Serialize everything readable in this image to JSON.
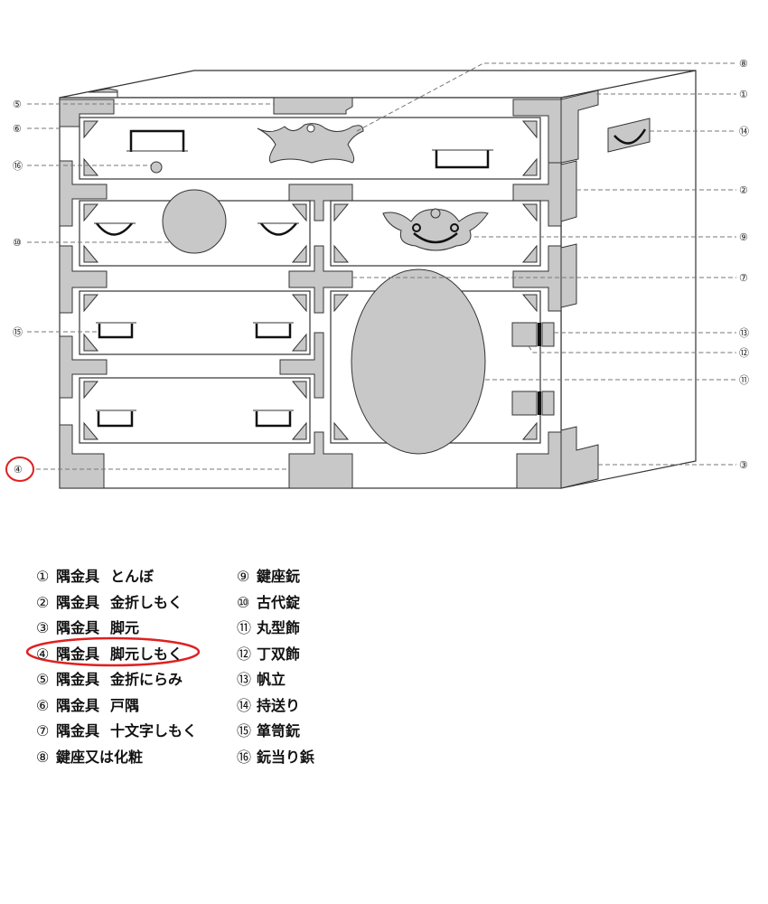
{
  "callouts": {
    "left": [
      "⑤",
      "⑥",
      "⑯",
      "⑩",
      "⑮",
      "④"
    ],
    "right": [
      "⑧",
      "①",
      "⑭",
      "②",
      "⑨",
      "⑦",
      "⑬",
      "⑫",
      "⑪",
      "③"
    ]
  },
  "highlight_color": "#e02020",
  "legend": {
    "left": [
      {
        "num": "①",
        "part": "隅金具",
        "name": "とんぼ"
      },
      {
        "num": "②",
        "part": "隅金具",
        "name": "金折しもく"
      },
      {
        "num": "③",
        "part": "隅金具",
        "name": "脚元"
      },
      {
        "num": "④",
        "part": "隅金具",
        "name": "脚元しもく"
      },
      {
        "num": "⑤",
        "part": "隅金具",
        "name": "金折にらみ"
      },
      {
        "num": "⑥",
        "part": "隅金具",
        "name": "戸隅"
      },
      {
        "num": "⑦",
        "part": "隅金具",
        "name": "十文字しもく"
      },
      {
        "num": "⑧",
        "part": "鍵座又は化粧",
        "name": ""
      }
    ],
    "right": [
      {
        "num": "⑨",
        "name": "鍵座鈨"
      },
      {
        "num": "⑩",
        "name": "古代錠"
      },
      {
        "num": "⑪",
        "name": "丸型飾"
      },
      {
        "num": "⑫",
        "name": "丁双飾"
      },
      {
        "num": "⑬",
        "name": "帆立"
      },
      {
        "num": "⑭",
        "name": "持送り"
      },
      {
        "num": "⑮",
        "name": "箪笥鈨"
      },
      {
        "num": "⑯",
        "name": "鈨当り鋲"
      }
    ]
  }
}
